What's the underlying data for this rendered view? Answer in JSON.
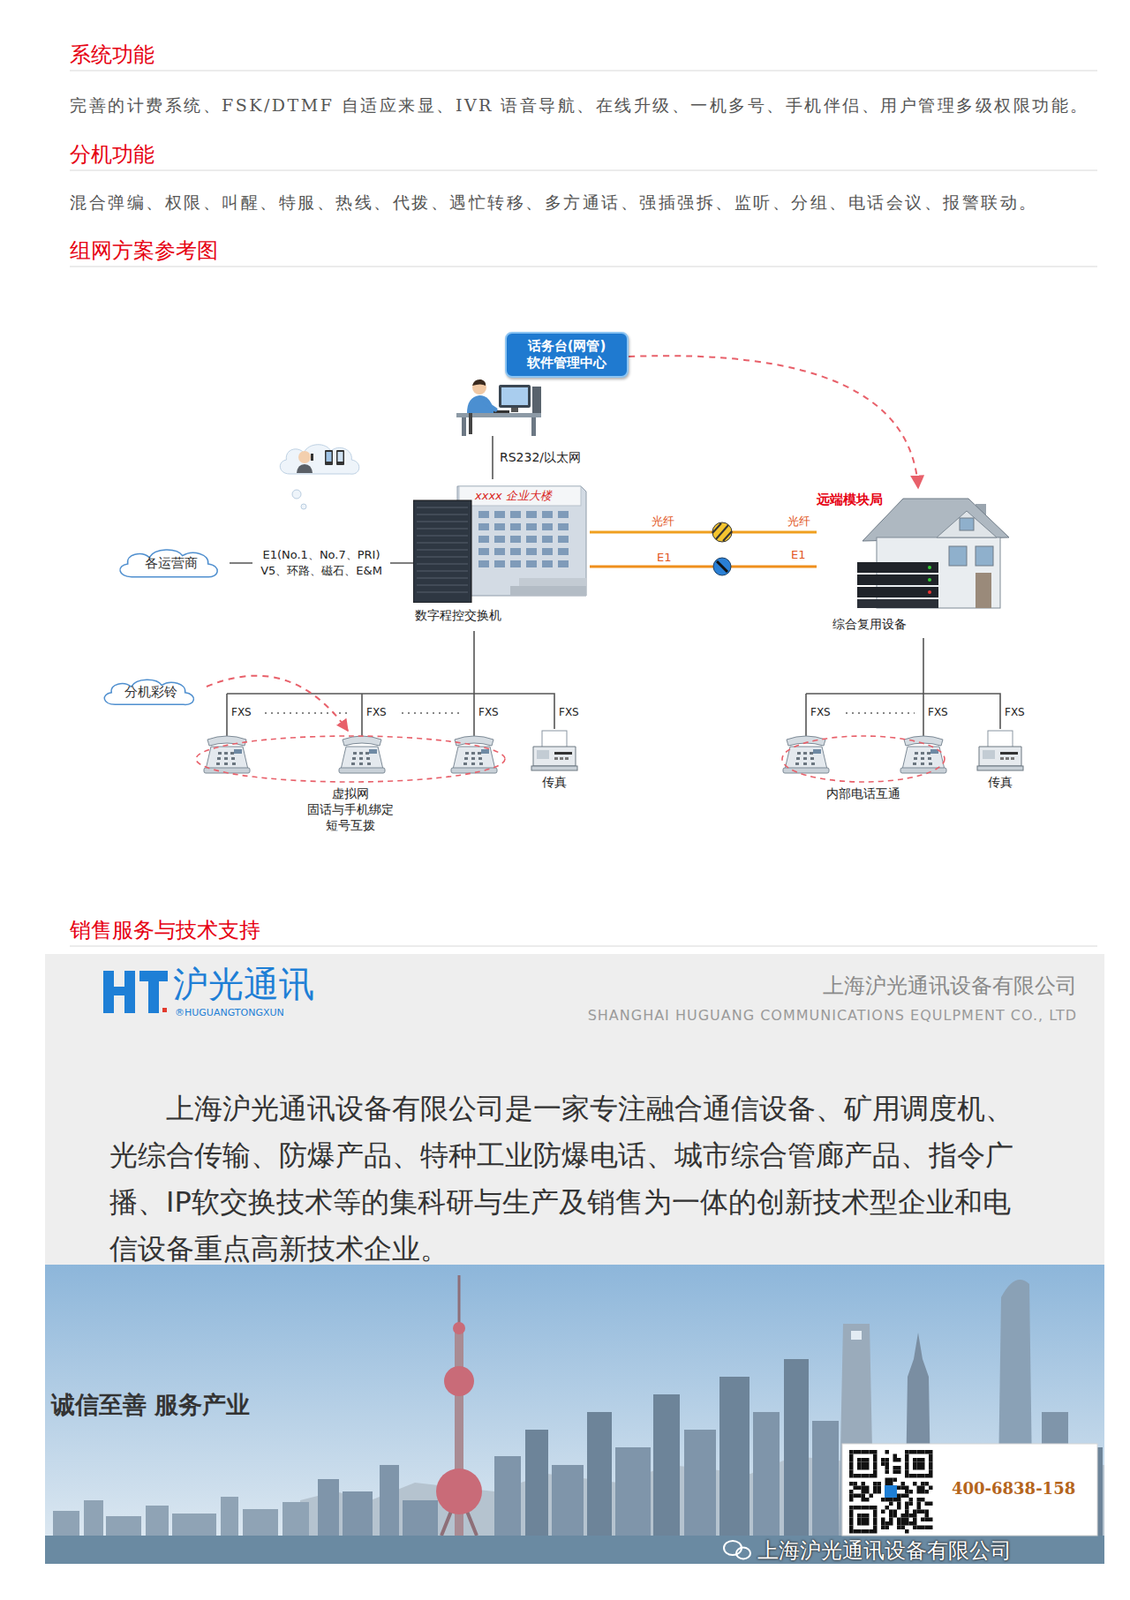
{
  "diagram": {
    "nodes": [
      {
        "text": [
          "话务台(网管) 软件管理中心"
        ]
      },
      {
        "text": [
          "xxxx 企业大楼",
          "数字程控交换机"
        ]
      },
      {
        "text": [
          "各运营商"
        ]
      },
      {
        "text": [
          "远端模块局",
          "综合复用设备"
        ]
      },
      {
        "text": [
          "分机彩铃"
        ]
      },
      {
        "text": [
          "传真"
        ]
      },
      {
        "text": [
          "传真"
        ]
      }
    ],
    "edges": [
      {
        "from": 0,
        "to": 1,
        "label": "RS232/以太网",
        "arrow": "none"
      },
      {
        "from": 2,
        "to": 1,
        "label": "E1(No.1、No.7、PRI) V5、环路、磁石、E&M",
        "arrow": "none"
      },
      {
        "from": 1,
        "to": 3,
        "label": "光纤",
        "arrow": "none"
      },
      {
        "from": 1,
        "to": 3,
        "label": "E1",
        "arrow": "none"
      },
      {
        "from": 0,
        "to": 3,
        "arrow": "to"
      },
      {
        "from": 1,
        "to": 5,
        "arrow": "none"
      },
      {
        "from": 3,
        "to": 6,
        "arrow": "none"
      }
    ],
    "labels": [
      "系统功能",
      "完善的计费系统、FSK/DTMF 自适应来显、IVR 语音导航、在线升级、一机多号、手机伴侣、用户管理多级权限功能。",
      "分机功能",
      "混合弹编、权限、叫醒、特服、热线、代拨、遇忙转移、多方通话、强插强拆、监听、分组、电话会议、报警联动。",
      "组网方案参考图",
      "光纤",
      "E1",
      "FXS",
      "FXS",
      "FXS",
      "FXS",
      "FXS",
      "FXS",
      "FXS",
      "虚拟网 固话与手机绑定 短号互拨",
      "内部电话互通",
      "销售服务与技术支持",
      "沪光通讯",
      "®HUGUANGTONGXUN",
      "上海沪光通讯设备有限公司",
      "SHANGHAI HUGUANG COMMUNICATIONS EQULPMENT CO., LTD",
      "上海沪光通讯设备有限公司是一家专注融合通信设备、矿用调度机、光综合传输、防爆产品、特种工业防爆电话、城市综合管廊产品、指令广播、IP软交换技术等的集科研与生产及销售为一体的创新技术型企业和电信设备重点高新技术企业。",
      "诚信至善 服务产业",
      "400-6838-158",
      "上海沪光通讯设备有限公司"
    ]
  }
}
